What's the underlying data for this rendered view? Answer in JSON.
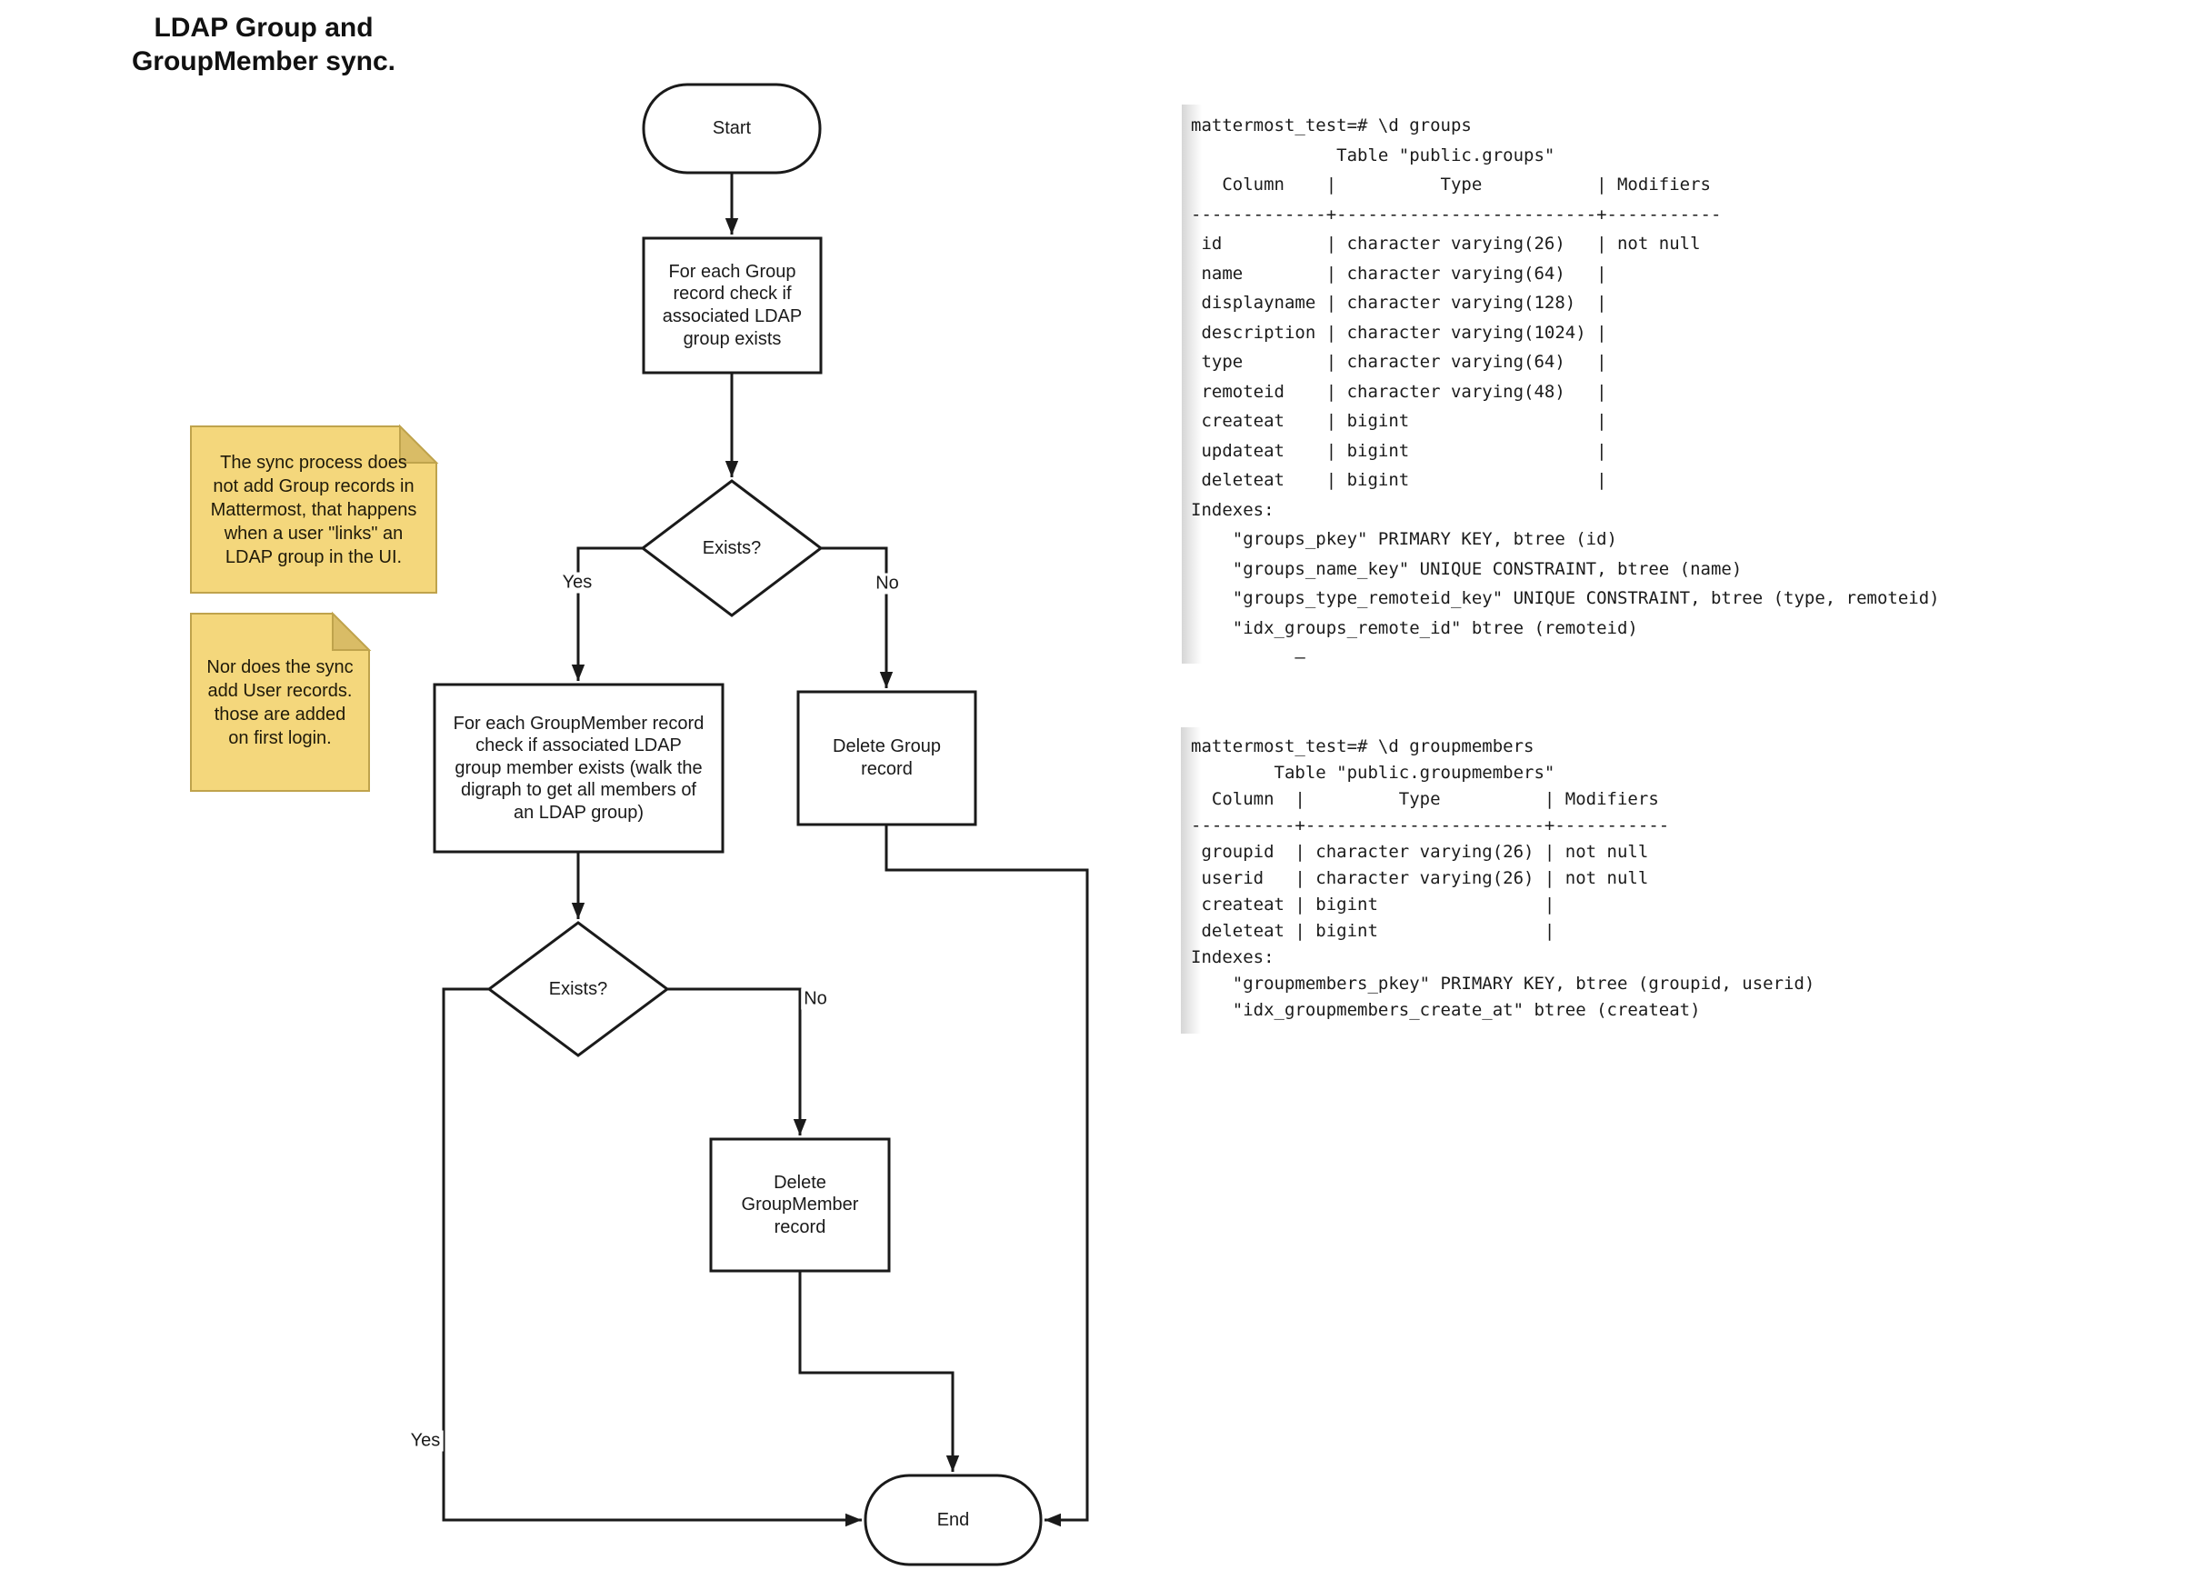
{
  "title": "LDAP Group and\nGroupMember sync.",
  "flowchart": {
    "start_label": "Start",
    "process_group_check": "For each Group\nrecord check if\nassociated LDAP\ngroup exists",
    "decision_group_exists": "Exists?",
    "branch_yes_1": "Yes",
    "branch_no_1": "No",
    "process_groupmember_check": "For each GroupMember record\ncheck if associated LDAP\ngroup member exists (walk the\ndigraph to get all members of\nan LDAP group)",
    "process_delete_group": "Delete Group\nrecord",
    "decision_member_exists": "Exists?",
    "branch_yes_2": "Yes",
    "branch_no_2": "No",
    "process_delete_groupmember": "Delete\nGroupMember\nrecord",
    "end_label": "End"
  },
  "notes": {
    "note_group": "The sync process does\nnot add Group records in\nMattermost, that happens\nwhen a user \"links\" an\nLDAP group in the UI.",
    "note_user": "Nor does the sync\nadd User records.\nthose are added\non first login."
  },
  "terminals": {
    "groups_table": "mattermost_test=# \\d groups\n              Table \"public.groups\"\n   Column    |          Type           | Modifiers\n-------------+-------------------------+-----------\n id          | character varying(26)   | not null\n name        | character varying(64)   |\n displayname | character varying(128)  |\n description | character varying(1024) |\n type        | character varying(64)   |\n remoteid    | character varying(48)   |\n createat    | bigint                  |\n updateat    | bigint                  |\n deleteat    | bigint                  |\nIndexes:\n    \"groups_pkey\" PRIMARY KEY, btree (id)\n    \"groups_name_key\" UNIQUE CONSTRAINT, btree (name)\n    \"groups_type_remoteid_key\" UNIQUE CONSTRAINT, btree (type, remoteid)\n    \"idx_groups_remote_id\" btree (remoteid)\n          –",
    "groupmembers_table": "mattermost_test=# \\d groupmembers\n        Table \"public.groupmembers\"\n  Column  |         Type          | Modifiers\n----------+-----------------------+-----------\n groupid  | character varying(26) | not null\n userid   | character varying(26) | not null\n createat | bigint                |\n deleteat | bigint                |\nIndexes:\n    \"groupmembers_pkey\" PRIMARY KEY, btree (groupid, userid)\n    \"idx_groupmembers_create_at\" btree (createat)"
  },
  "colors": {
    "line": "#1a1a1a",
    "shape_fill": "#ffffff",
    "note_fill": "#f4d77c",
    "note_fold": "#d9bc66",
    "note_border": "#bfa34c",
    "terminal_text": "#1b1b1b"
  }
}
